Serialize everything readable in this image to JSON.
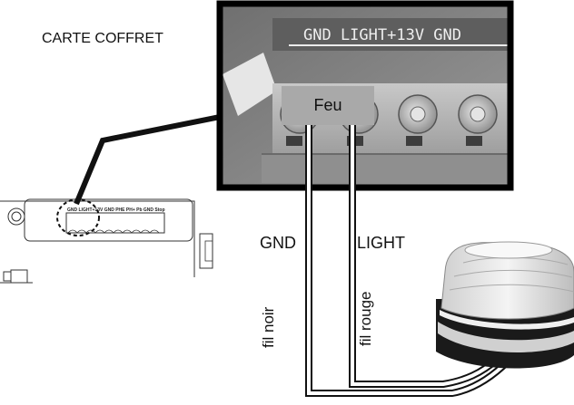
{
  "labels": {
    "board_title": "CARTE COFFRET",
    "feu": "Feu",
    "gnd": "GND",
    "light": "LIGHT",
    "fil_noir": "fil noir",
    "fil_rouge": "fil rouge",
    "terminal_strip": "GND LIGHT+13V GND",
    "board_terminal_strip": "GND LIGHT+13V GND PHE PH+ Pb GND Stop"
  },
  "colors": {
    "wire": "#111111",
    "photo_frame": "#000000",
    "feu_box": "#a9a9a9"
  },
  "icons": [
    "control-board",
    "terminal-block-photo",
    "warning-light"
  ]
}
